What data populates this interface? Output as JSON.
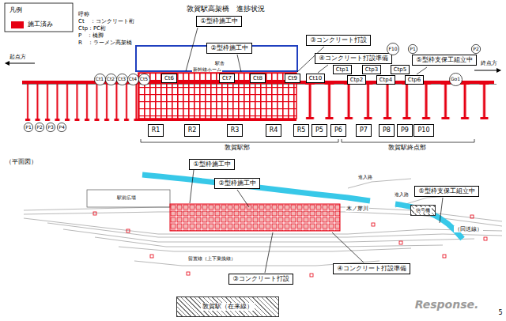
{
  "diagram": {
    "title": "敦賀駅高架橋　進捗状況",
    "nodes": [
      {
        "text": [
          "①型枠施工中"
        ]
      },
      {
        "text": [
          "②型枠施工中"
        ]
      },
      {
        "text": [
          "③コンクリート打設"
        ]
      },
      {
        "text": [
          "④コンクリート打設準備"
        ]
      },
      {
        "text": [
          "⑤型枠支保工組立中"
        ]
      },
      {
        "text": [
          "Ct1"
        ]
      },
      {
        "text": [
          "Ct2"
        ]
      },
      {
        "text": [
          "Ct3"
        ]
      },
      {
        "text": [
          "Ct4"
        ]
      },
      {
        "text": [
          "Ct5"
        ]
      },
      {
        "text": [
          "Ct6"
        ]
      },
      {
        "text": [
          "Ct7"
        ]
      },
      {
        "text": [
          "Ct8"
        ]
      },
      {
        "text": [
          "Ct9"
        ]
      },
      {
        "text": [
          "Ct10"
        ]
      },
      {
        "text": [
          "Ctp1"
        ]
      },
      {
        "text": [
          "Ctp2"
        ]
      },
      {
        "text": [
          "Ctp3"
        ]
      },
      {
        "text": [
          "Ctp4"
        ]
      },
      {
        "text": [
          "Ctp5"
        ]
      },
      {
        "text": [
          "Ctp6"
        ]
      },
      {
        "text": [
          "F10"
        ]
      },
      {
        "text": [
          "P1"
        ]
      },
      {
        "text": [
          "P2"
        ]
      },
      {
        "text": [
          "Go1"
        ]
      },
      {
        "text": [
          "P1"
        ]
      },
      {
        "text": [
          "P2"
        ]
      },
      {
        "text": [
          "P3"
        ]
      },
      {
        "text": [
          "P4"
        ]
      },
      {
        "text": [
          "R1"
        ]
      },
      {
        "text": [
          "R2"
        ]
      },
      {
        "text": [
          "R3"
        ]
      },
      {
        "text": [
          "R4"
        ]
      },
      {
        "text": [
          "R5"
        ]
      },
      {
        "text": [
          "P5"
        ]
      },
      {
        "text": [
          "P6"
        ]
      },
      {
        "text": [
          "P7"
        ]
      },
      {
        "text": [
          "P8"
        ]
      },
      {
        "text": [
          "P9"
        ]
      },
      {
        "text": [
          "P10"
        ]
      },
      {
        "text": [
          "①型枠施工中"
        ]
      },
      {
        "text": [
          "②型枠施工中"
        ]
      },
      {
        "text": [
          "⑤型枠支保工組立中"
        ]
      },
      {
        "text": [
          "信号機"
        ]
      },
      {
        "text": [
          "④コンクリート打設準備"
        ]
      },
      {
        "text": [
          "③コンクリート打設"
        ]
      },
      {
        "text": [
          "敦賀駅（在来線）"
        ]
      }
    ],
    "labels": [
      "凡例",
      "呼称",
      "Ct　：コンクリート桁",
      "Ctp：PC桁",
      "P　：橋脚",
      "R　：ラーメン高架橋",
      "起点方",
      "終点方",
      "駅舎",
      "新幹線ホーム",
      "敦賀駅部",
      "敦賀駅終点部",
      "（平面図）",
      "駅前広場",
      "木ノ芽川",
      "進入路",
      "進入路",
      "（回送線）",
      "留置線（上下乗換線）",
      "Response.",
      "5"
    ],
    "legend": [
      {
        "text": "施工済み",
        "color": "#e60012"
      }
    ]
  }
}
